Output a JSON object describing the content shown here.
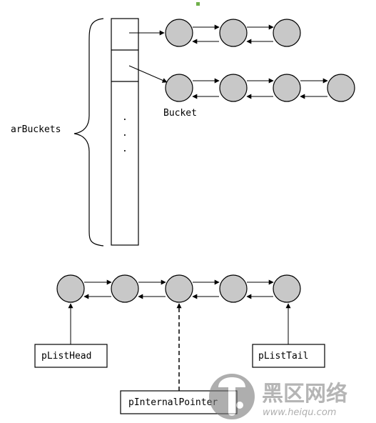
{
  "labels": {
    "arbuckets": "arBuckets",
    "bucket": "Bucket",
    "plisthead": "pListHead",
    "plisttail": "pListTail",
    "pinternalpointer": "pInternalPointer",
    "ellipsis": "."
  },
  "watermark": {
    "name": "黑区网络",
    "url": "www.heiqu.com"
  },
  "colors": {
    "node_fill": "#c8c8c8",
    "stroke": "#000000",
    "watermark": "#7a7a7a",
    "marker": "#6fb04a"
  },
  "diagram": {
    "bucket_chain_1_nodes": 3,
    "bucket_chain_2_nodes": 4,
    "global_list_nodes": 5,
    "pointer_style": {
      "plisthead": "solid",
      "pinternalpointer": "dashed",
      "plisttail": "solid"
    }
  }
}
